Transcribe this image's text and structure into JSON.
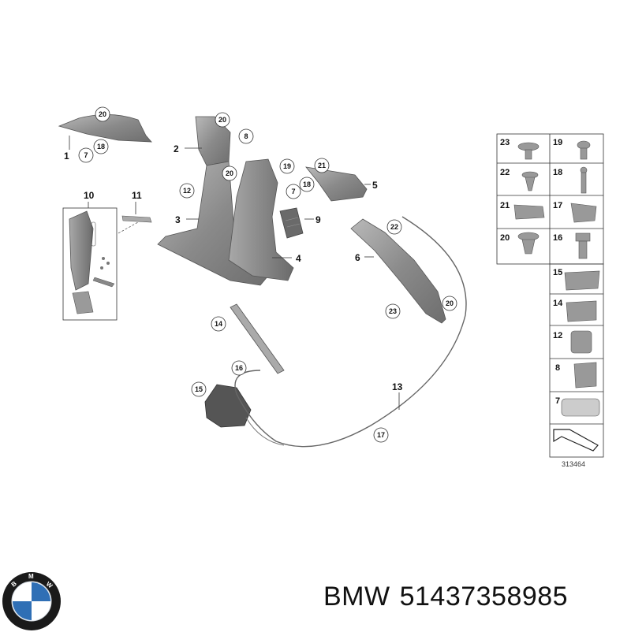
{
  "footer": {
    "brand": "BMW",
    "part_number": "51437358985"
  },
  "logo": {
    "name": "BMW",
    "colors": {
      "blue": "#2f6fb5",
      "white": "#ffffff",
      "ring": "#1a1a1a"
    }
  },
  "diagram": {
    "reference_number": "313464",
    "parts": {
      "p1": "1",
      "p2": "2",
      "p3": "3",
      "p4": "4",
      "p5": "5",
      "p6": "6",
      "p9": "9",
      "p10": "10",
      "p11": "11",
      "p13": "13"
    },
    "callouts": {
      "c20a": "20",
      "c18a": "18",
      "c7a": "7",
      "c20b": "20",
      "c8a": "8",
      "c20c": "20",
      "c12a": "12",
      "c19a": "19",
      "c7b": "7",
      "c18b": "18",
      "c21a": "21",
      "c22a": "22",
      "c20d": "20",
      "c23a": "23",
      "c14a": "14",
      "c16a": "16",
      "c15a": "15",
      "c17a": "17"
    },
    "table": [
      "23",
      "19",
      "22",
      "18",
      "21",
      "17",
      "20",
      "16",
      "15",
      "14",
      "12",
      "8",
      "7"
    ]
  }
}
